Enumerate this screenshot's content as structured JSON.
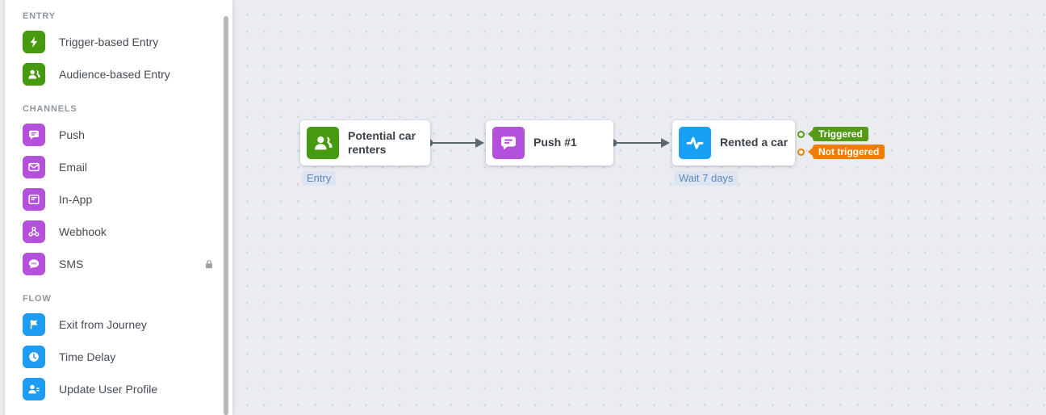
{
  "sidebar": {
    "sections": [
      {
        "title": "ENTRY",
        "items": [
          {
            "label": "Trigger-based Entry",
            "icon": "bolt-icon",
            "color": "#459a10"
          },
          {
            "label": "Audience-based Entry",
            "icon": "audience-icon",
            "color": "#459a10"
          }
        ]
      },
      {
        "title": "CHANNELS",
        "items": [
          {
            "label": "Push",
            "icon": "push-icon",
            "color": "#b351dc"
          },
          {
            "label": "Email",
            "icon": "email-icon",
            "color": "#b351dc"
          },
          {
            "label": "In-App",
            "icon": "inapp-icon",
            "color": "#b351dc"
          },
          {
            "label": "Webhook",
            "icon": "webhook-icon",
            "color": "#b351dc"
          },
          {
            "label": "SMS",
            "icon": "sms-icon",
            "color": "#b351dc",
            "locked": true
          }
        ]
      },
      {
        "title": "FLOW",
        "items": [
          {
            "label": "Exit from Journey",
            "icon": "flag-icon",
            "color": "#1e9bf3"
          },
          {
            "label": "Time Delay",
            "icon": "clock-icon",
            "color": "#1e9bf3"
          },
          {
            "label": "Update User Profile",
            "icon": "user-update-icon",
            "color": "#1e9bf3"
          }
        ]
      }
    ]
  },
  "canvas": {
    "nodes": [
      {
        "title": "Potential car renters",
        "icon": "audience-icon",
        "color": "#459a10",
        "tag": "Entry"
      },
      {
        "title": "Push #1",
        "icon": "push-icon",
        "color": "#b351dc"
      },
      {
        "title": "Rented a car",
        "icon": "pulse-icon",
        "color": "#18a0f4",
        "tag": "Wait 7 days",
        "outputs": [
          {
            "label": "Triggered",
            "color": "#549a16"
          },
          {
            "label": "Not triggered",
            "color": "#ee7d02"
          }
        ]
      }
    ]
  },
  "colors": {
    "entry_green": "#459a10",
    "channel_purple": "#b351dc",
    "flow_blue": "#1e9bf3",
    "event_blue": "#18a0f4",
    "triggered_green": "#549a16",
    "not_triggered_orange": "#ee7d02",
    "connector_gray": "#5b6771",
    "canvas_bg": "#eaecf0",
    "tag_bg": "#dce5f1",
    "tag_text": "#5f87ba"
  }
}
